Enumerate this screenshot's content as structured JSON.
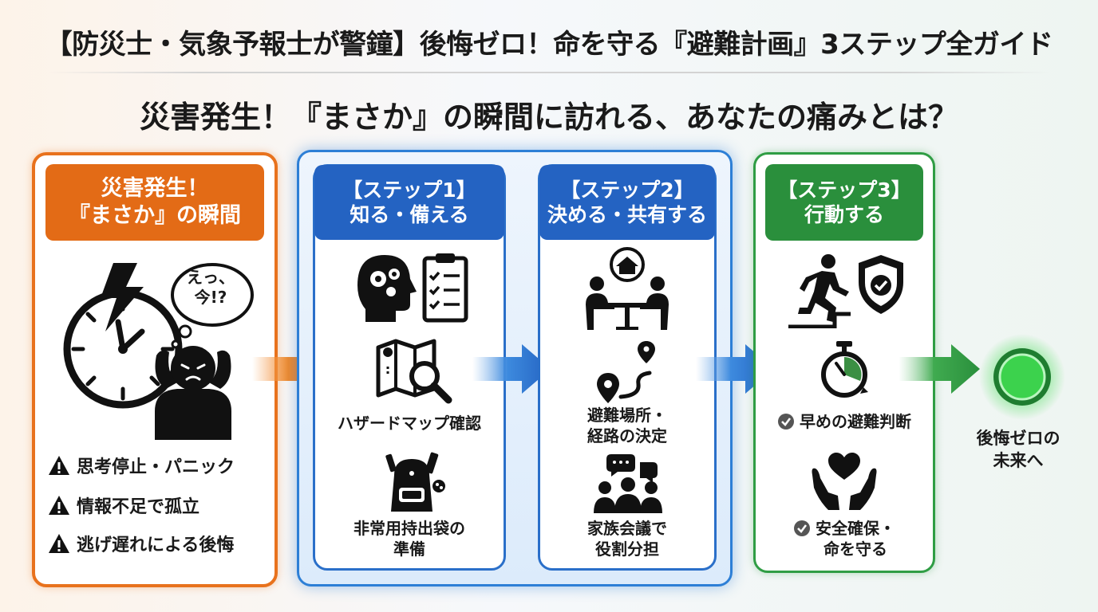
{
  "header": {
    "title": "【防災士・気象予報士が警鐘】後悔ゼロ！命を守る『避難計画』3ステップ全ガイド",
    "subtitle": "災害発生！『まさか』の瞬間に訪れる、あなたの痛みとは？"
  },
  "disaster": {
    "header_line1": "災害発生！",
    "header_line2": "『まさか』の瞬間",
    "thought_line1": "えっ、",
    "thought_line2": "今!?",
    "pains": [
      "思考停止・パニック",
      "情報不足で孤立",
      "逃げ遅れによる後悔"
    ]
  },
  "step1": {
    "header_line1": "【ステップ1】",
    "header_line2": "知る・備える",
    "item1": "ハザードマップ確認",
    "item2_line1": "非常用持出袋の",
    "item2_line2": "準備"
  },
  "step2": {
    "header_line1": "【ステップ2】",
    "header_line2": "決める・共有する",
    "item1_line1": "避難場所・",
    "item1_line2": "経路の決定",
    "item2_line1": "家族会議で",
    "item2_line2": "役割分担"
  },
  "step3": {
    "header_line1": "【ステップ3】",
    "header_line2": "行動する",
    "item1": "早めの避難判断",
    "item2_line1": "安全確保・",
    "item2_line2": "命を守る"
  },
  "goal": {
    "line1": "後悔ゼロの",
    "line2": "未来へ"
  },
  "colors": {
    "orange": "#e36b16",
    "blue": "#2463c2",
    "green": "#2a8f3c",
    "goal_green": "#35c24a"
  }
}
